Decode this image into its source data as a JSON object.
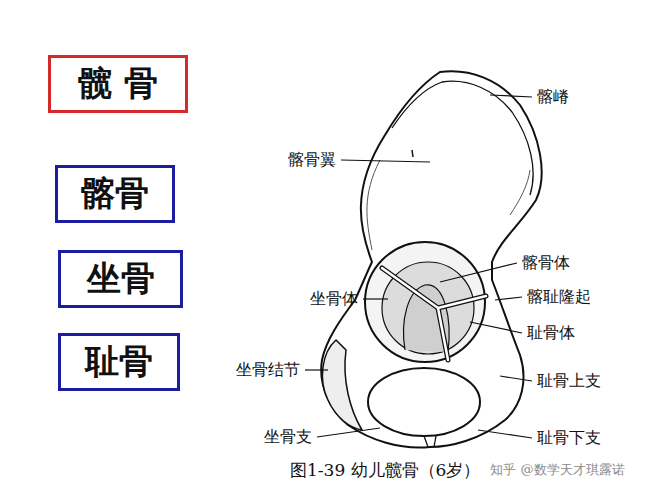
{
  "diagram": {
    "caption": "图1-39 幼儿髋骨（6岁）",
    "nodes": [
      {
        "text": [
          "髋 骨"
        ]
      },
      {
        "text": [
          "髂骨"
        ]
      },
      {
        "text": [
          "坐骨"
        ]
      },
      {
        "text": [
          "耻骨"
        ]
      }
    ],
    "labels": [
      "髂嵴",
      "髂骨翼",
      "髂骨体",
      "髂耻隆起",
      "坐骨体",
      "耻骨体",
      "坐骨结节",
      "耻骨上支",
      "坐骨支",
      "耻骨下支",
      "知乎 @数学天才琪露诺"
    ]
  }
}
